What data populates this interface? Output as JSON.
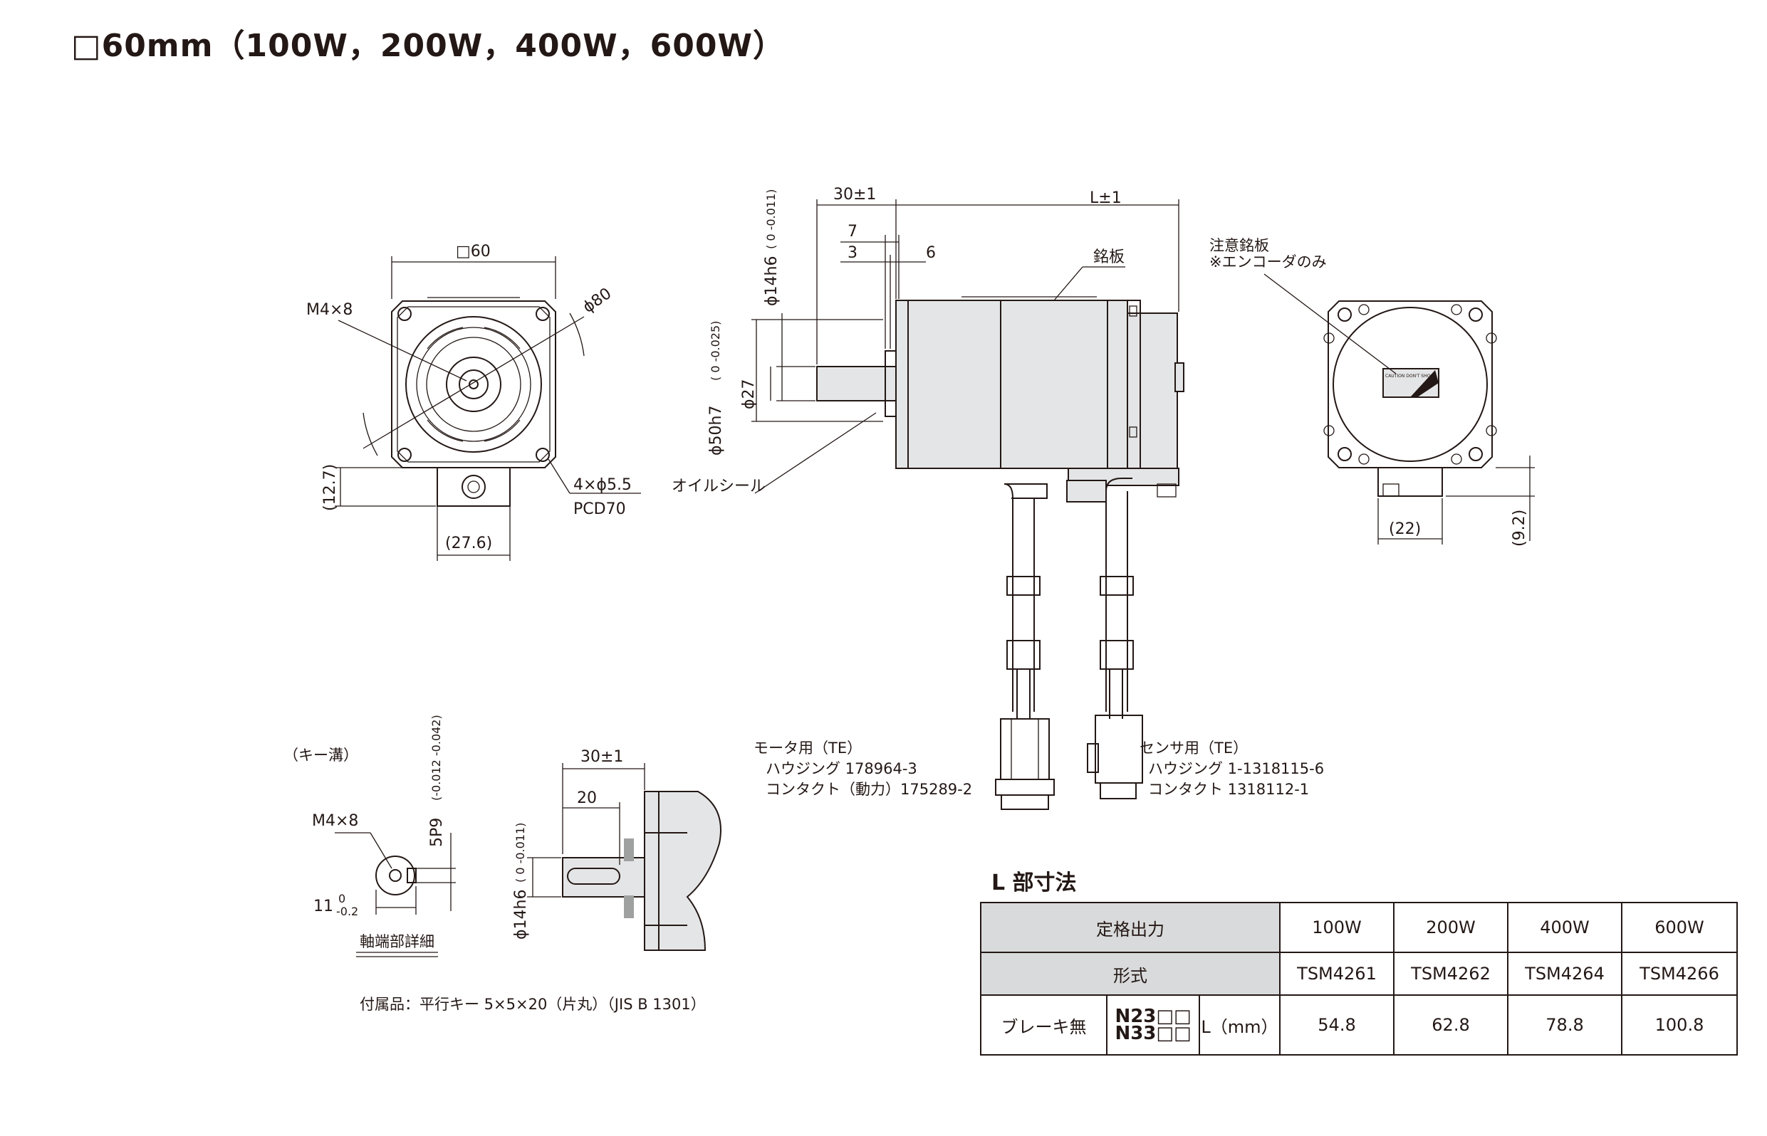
{
  "title": "□60mm（100W，200W，400W，600W）",
  "front_view": {
    "square": "□60",
    "tap": "M4×8",
    "pilot": "ϕ80",
    "holes": "4×ϕ5.5",
    "pcd": "PCD70",
    "height": "(12.7)",
    "width": "(27.6)"
  },
  "side_view": {
    "shaft_len": "30±1",
    "length": "L±1",
    "d7": "7",
    "d3": "3",
    "d6": "6",
    "nameplate": "銘板",
    "shaft_dia": "ϕ14h6",
    "shaft_tol": "(  0   -0.011)",
    "spigot": "ϕ50h7",
    "spigot_tol": "(  0   -0.025)",
    "d27": "ϕ27",
    "oil_seal": "オイルシール",
    "motor_conn": [
      "モータ用（TE）",
      "ハウジング 178964-3",
      "コンタクト（動力）175289-2"
    ],
    "sensor_conn": [
      "センサ用（TE）",
      "ハウジング 1-1318115-6",
      "コンタクト 1318112-1"
    ]
  },
  "rear_view": {
    "caution": "注意銘板",
    "encoder_only": "※エンコーダのみ",
    "width": "(22)",
    "height": "(9.2)",
    "label_text": "CAUTION DON'T SHOCK"
  },
  "shaft_detail": {
    "keyway": "（キー溝）",
    "tap": "M4×8",
    "key_width": "5P9",
    "key_tol": "(-0.012 -0.042)",
    "depth": "11",
    "depth_tol_upper": "0",
    "depth_tol_lower": "-0.2",
    "caption": "軸端部詳細",
    "shaft_len": "30±1",
    "key_len": "20",
    "shaft_dia": "ϕ14h6",
    "shaft_tol": "(  0   -0.011)",
    "accessory": "付属品：平行キー 5×5×20（片丸）（JIS B 1301）"
  },
  "l_table": {
    "heading": "L 部寸法",
    "rated_output": "定格出力",
    "model": "形式",
    "brake_none": "ブレーキ無",
    "series": [
      "N23□□",
      "N33□□"
    ],
    "unit": "L（mm）",
    "columns": [
      {
        "output": "100W",
        "model": "TSM4261",
        "L": "54.8"
      },
      {
        "output": "200W",
        "model": "TSM4262",
        "L": "62.8"
      },
      {
        "output": "400W",
        "model": "TSM4264",
        "L": "78.8"
      },
      {
        "output": "600W",
        "model": "TSM4266",
        "L": "100.8"
      }
    ]
  }
}
